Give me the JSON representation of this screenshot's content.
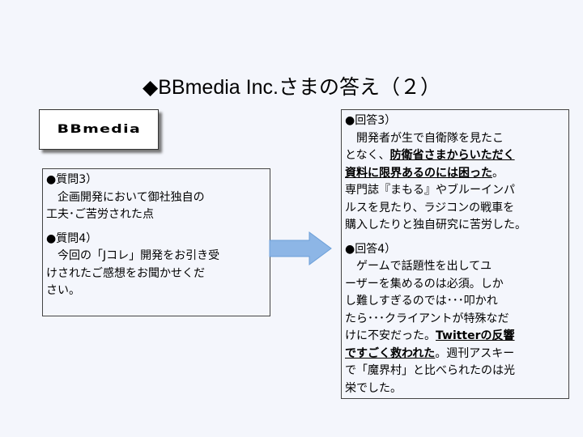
{
  "title": "◆BBmedia Inc.さまの答え（２）",
  "logo_text": "BBmedia",
  "questions": [
    {
      "heading": "●質問3）",
      "lines": [
        [
          {
            "t": "　企画開発において御社独自の"
          }
        ],
        [
          {
            "t": "工夫･ご苦労された点"
          }
        ]
      ]
    },
    {
      "heading": "●質問4）",
      "lines": [
        [
          {
            "t": "　今回の「Jコレ」開発をお引き受"
          }
        ],
        [
          {
            "t": "けされたご感想をお聞かせくだ"
          }
        ],
        [
          {
            "t": "さい。"
          }
        ]
      ]
    }
  ],
  "answers": [
    {
      "heading": "●回答3）",
      "lines": [
        [
          {
            "t": "　開発者が生で自衛隊を見たこ"
          }
        ],
        [
          {
            "t": "となく、"
          },
          {
            "t": "防衛省さまからいただく",
            "u": true
          }
        ],
        [
          {
            "t": "資料に限界あるのには困った",
            "u": true
          },
          {
            "t": "。"
          }
        ],
        [
          {
            "t": "専門誌『まもる』やブルーインパ"
          }
        ],
        [
          {
            "t": "ルスを見たり、ラジコンの戦車を"
          }
        ],
        [
          {
            "t": "購入したりと独自研究に苦労した。"
          }
        ]
      ]
    },
    {
      "heading": "●回答4）",
      "lines": [
        [
          {
            "t": "　ゲームで話題性を出してユ"
          }
        ],
        [
          {
            "t": "ーザーを集めるのは必須。しか"
          }
        ],
        [
          {
            "t": "し難しすぎるのでは･･･叩かれ"
          }
        ],
        [
          {
            "t": "たら･･･クライアントが特殊なだ"
          }
        ],
        [
          {
            "t": "けに不安だった。"
          },
          {
            "t": "Twitterの反響",
            "u": true
          }
        ],
        [
          {
            "t": "ですごく救われた",
            "u": true
          },
          {
            "t": "。週刊アスキー"
          }
        ],
        [
          {
            "t": "で「魔界村」と比べられたのは光"
          }
        ],
        [
          {
            "t": "栄でした。"
          }
        ]
      ]
    }
  ],
  "colors": {
    "background": "#f4f6fc",
    "arrow_fill": "#8db6e6",
    "arrow_stroke": "#6c9fd8"
  }
}
